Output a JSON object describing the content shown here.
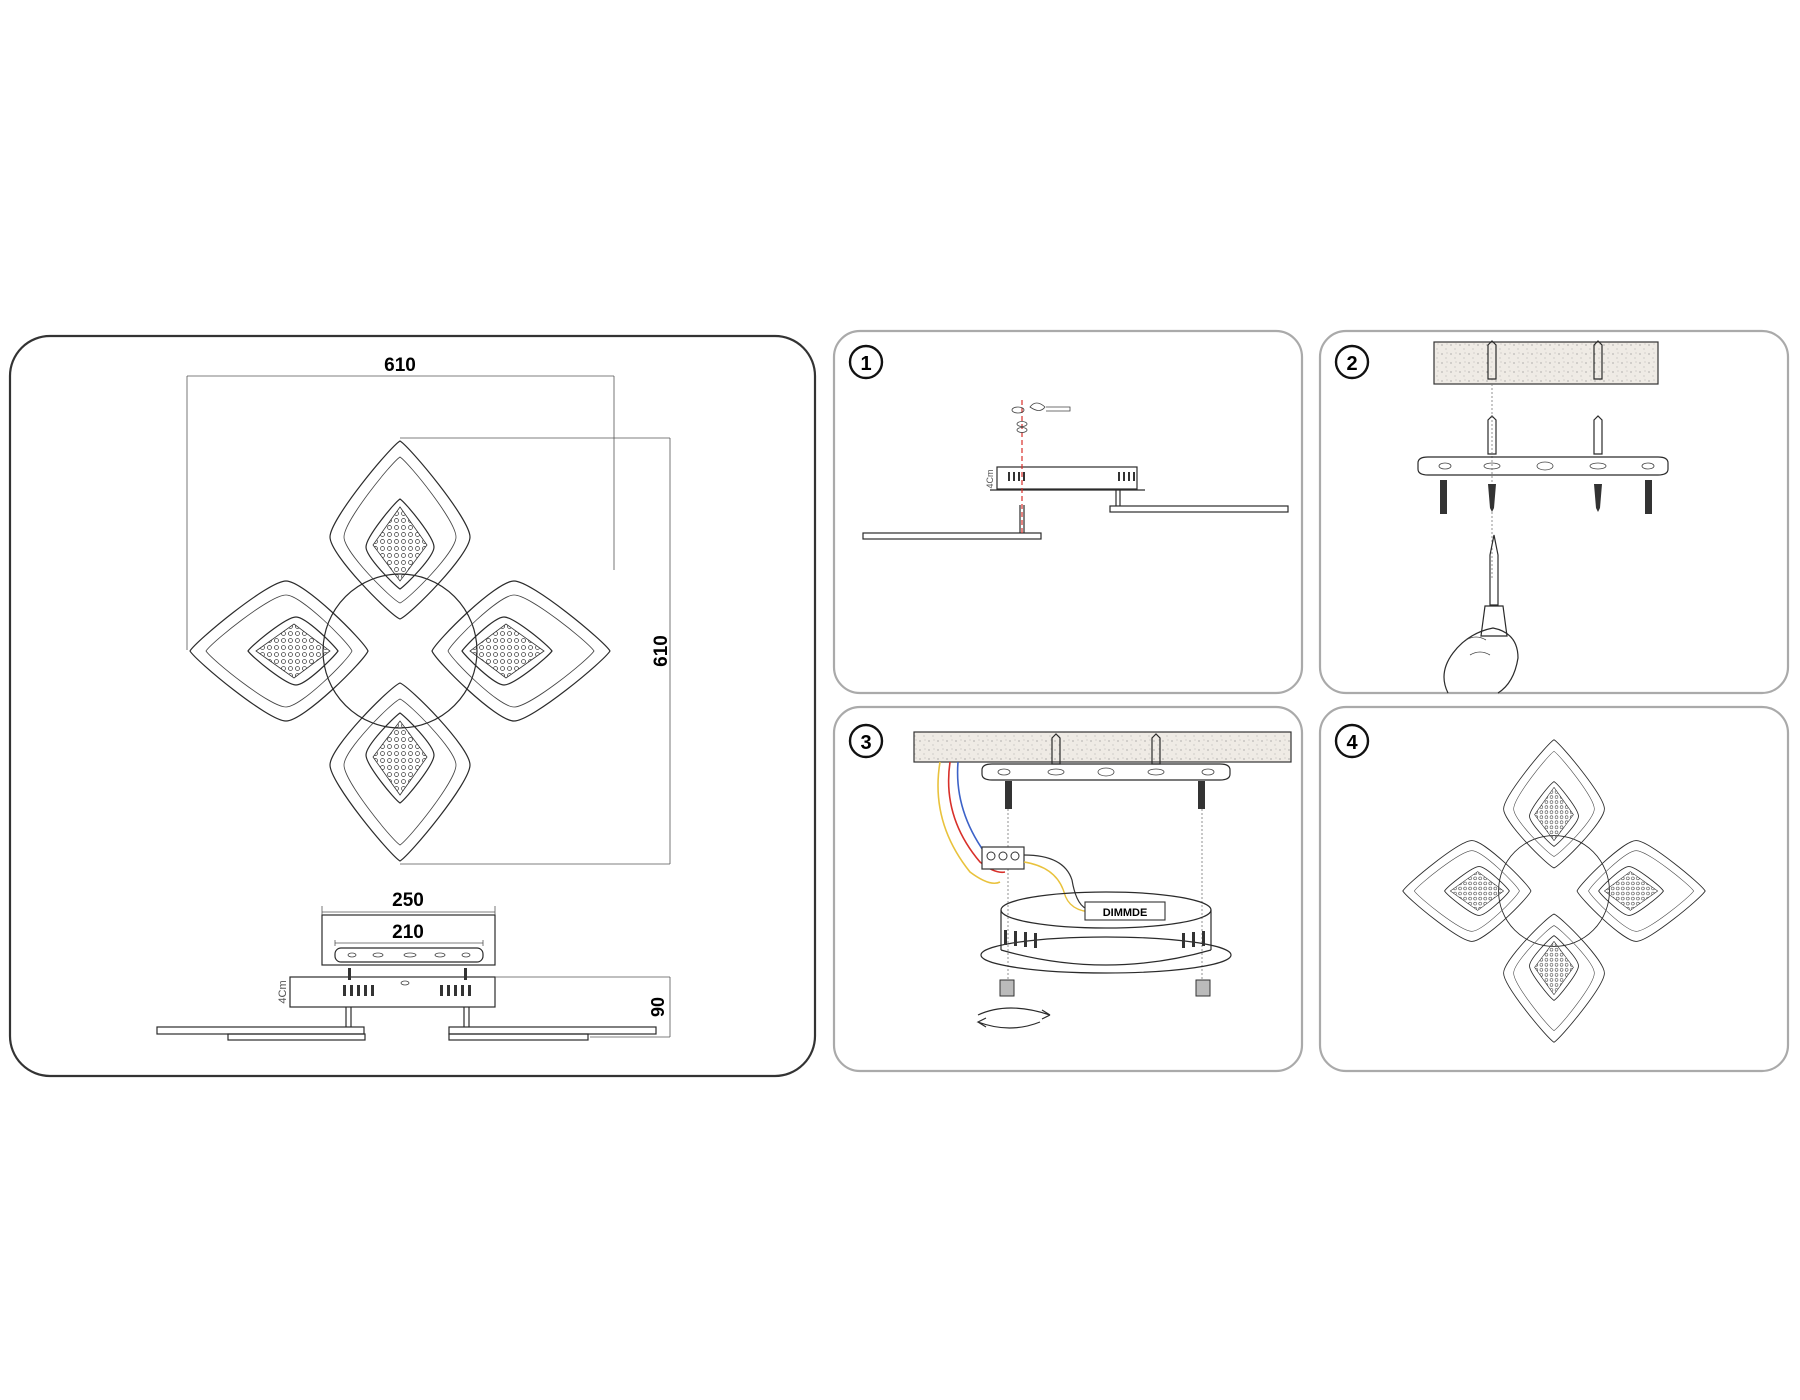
{
  "dimensions": {
    "width_top": "610",
    "height_side": "610",
    "base_outer": "250",
    "base_inner": "210",
    "height_profile": "90",
    "spacer_label": "4Cm",
    "spacer_label_step1": "4Cm"
  },
  "steps": [
    {
      "number": "1"
    },
    {
      "number": "2"
    },
    {
      "number": "3",
      "driver_label": "DIMMDE"
    },
    {
      "number": "4"
    }
  ],
  "colors": {
    "outline": "#2b2b2b",
    "panel_border": "#333333",
    "step_panel_border": "#aaaaaa",
    "wire_red": "#d8302a",
    "wire_yellow": "#e9c23c",
    "wire_blue": "#3c62c8",
    "guide_line_red": "#d8302a",
    "ceiling_fill": "#ece8e2"
  },
  "icons": [
    "screwdriver-icon",
    "hand-icon",
    "wall-anchor-icon",
    "screw-icon",
    "terminal-block-icon",
    "rotate-arrow-icon"
  ]
}
